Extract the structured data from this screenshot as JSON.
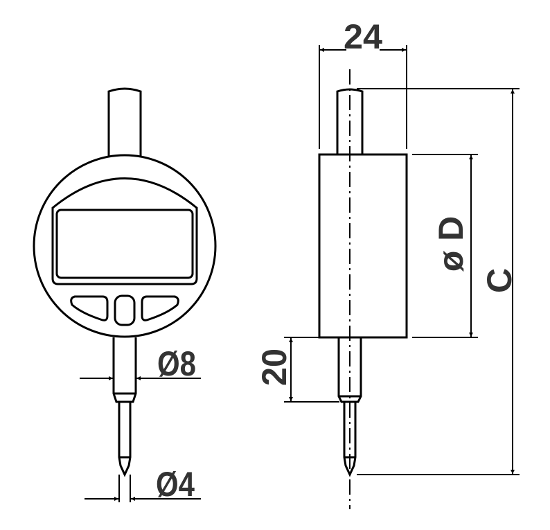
{
  "drawing": {
    "labels": {
      "width_24": "24",
      "diameter_d": "ø D",
      "length_c": "C",
      "travel_20": "20",
      "stem_dia_8": "Ø8",
      "probe_dia_4": "Ø4"
    },
    "colors": {
      "line": "#000000",
      "text": "#333333"
    }
  }
}
